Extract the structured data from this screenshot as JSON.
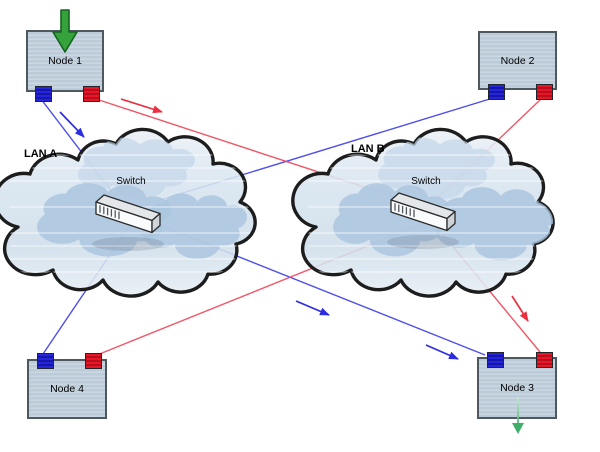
{
  "diagram": {
    "nodes": {
      "n1": {
        "label": "Node 1"
      },
      "n2": {
        "label": "Node 2"
      },
      "n3": {
        "label": "Node 3"
      },
      "n4": {
        "label": "Node 4"
      }
    },
    "lans": {
      "a": {
        "label": "LAN A",
        "switch_label": "Switch"
      },
      "b": {
        "label": "LAN B",
        "switch_label": "Switch"
      }
    },
    "colors": {
      "lan_a_link": "#3b3bea",
      "lan_b_link": "#ef4456",
      "ingress_arrow": "#35a23c",
      "egress_arrow": "#4fbb74",
      "node_fill": "#c2d2df",
      "port_blue": "#2121d8",
      "port_red": "#e01425",
      "cloud_fill": "#d8e4ee"
    }
  }
}
